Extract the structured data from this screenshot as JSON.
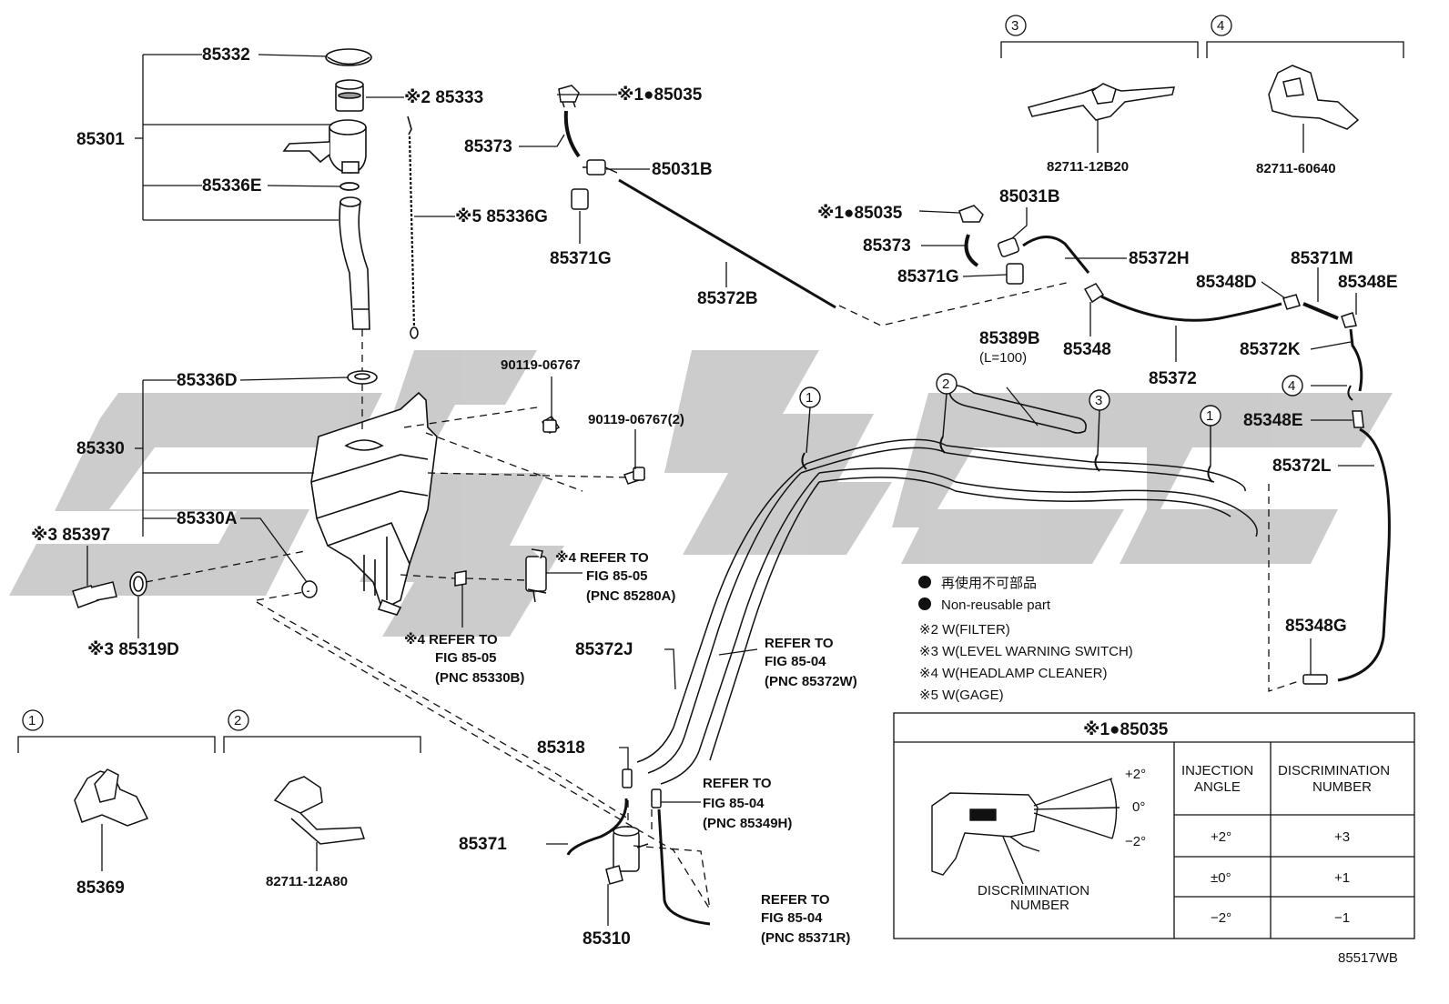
{
  "diagram_code": "85517WB",
  "part_labels": {
    "p85332": "85332",
    "p85333": "※2 85333",
    "p85301": "85301",
    "p85336E": "85336E",
    "p85336G": "※5 85336G",
    "p85336D": "85336D",
    "p85330": "85330",
    "p85330A": "85330A",
    "p85397": "※3 85397",
    "p85319D": "※3 85319D",
    "p90119a": "90119-06767",
    "p90119b": "90119-06767(2)",
    "p85035a": "※1●85035",
    "p85373a": "85373",
    "p85031Ba": "85031B",
    "p85371Ga": "85371G",
    "p85372B": "85372B",
    "p85035b": "※1●85035",
    "p85031Bb": "85031B",
    "p85373b": "85373",
    "p85371Gb": "85371G",
    "p85372H": "85372H",
    "p85348": "85348",
    "p85372": "85372",
    "p85389B": "85389B",
    "p85389Bsub": "(L=100)",
    "p85371M": "85371M",
    "p85348D": "85348D",
    "p85348Ea": "85348E",
    "p85372K": "85372K",
    "p85348Eb": "85348E",
    "p85372L": "85372L",
    "p85348G": "85348G",
    "p85372J": "85372J",
    "p85318": "85318",
    "p85371": "85371",
    "p85310": "85310",
    "p85369": "85369",
    "p82711_12A80": "82711-12A80",
    "p82711_12B20": "82711-12B20",
    "p82711_60640": "82711-60640"
  },
  "refer_notes": {
    "r1": [
      "※4 REFER TO",
      "FIG 85-05",
      "(PNC 85280A)"
    ],
    "r2": [
      "※4 REFER TO",
      "FIG 85-05",
      "(PNC 85330B)"
    ],
    "r3": [
      "REFER TO",
      "FIG 85-04",
      "(PNC 85372W)"
    ],
    "r4": [
      "REFER TO",
      "FIG 85-04",
      "(PNC 85349H)"
    ],
    "r5": [
      "REFER TO",
      "FIG 85-04",
      "(PNC 85371R)"
    ]
  },
  "callouts": [
    "1",
    "2",
    "3",
    "4"
  ],
  "legend": {
    "jp": "再使用不可部品",
    "en": "Non-reusable part",
    "w2": "※2 W(FILTER)",
    "w3": "※3 W(LEVEL WARNING SWITCH)",
    "w4": "※4 W(HEADLAMP CLEANER)",
    "w5": "※5 W(GAGE)"
  },
  "table": {
    "title": "※1●85035",
    "col1": [
      "INJECTION",
      "ANGLE"
    ],
    "col2": [
      "DISCRIMINATION",
      "NUMBER"
    ],
    "rows": [
      {
        "angle": "+2°",
        "number": "+3"
      },
      {
        "angle": "±0°",
        "number": "+1"
      },
      {
        "angle": "−2°",
        "number": "−1"
      }
    ],
    "angle_plus": "+2°",
    "angle_zero": "0°",
    "angle_minus": "−2°",
    "disc_label": [
      "DISCRIMINATION",
      "NUMBER"
    ]
  },
  "colors": {
    "watermark": "#c6c6c6",
    "line": "#111111"
  }
}
